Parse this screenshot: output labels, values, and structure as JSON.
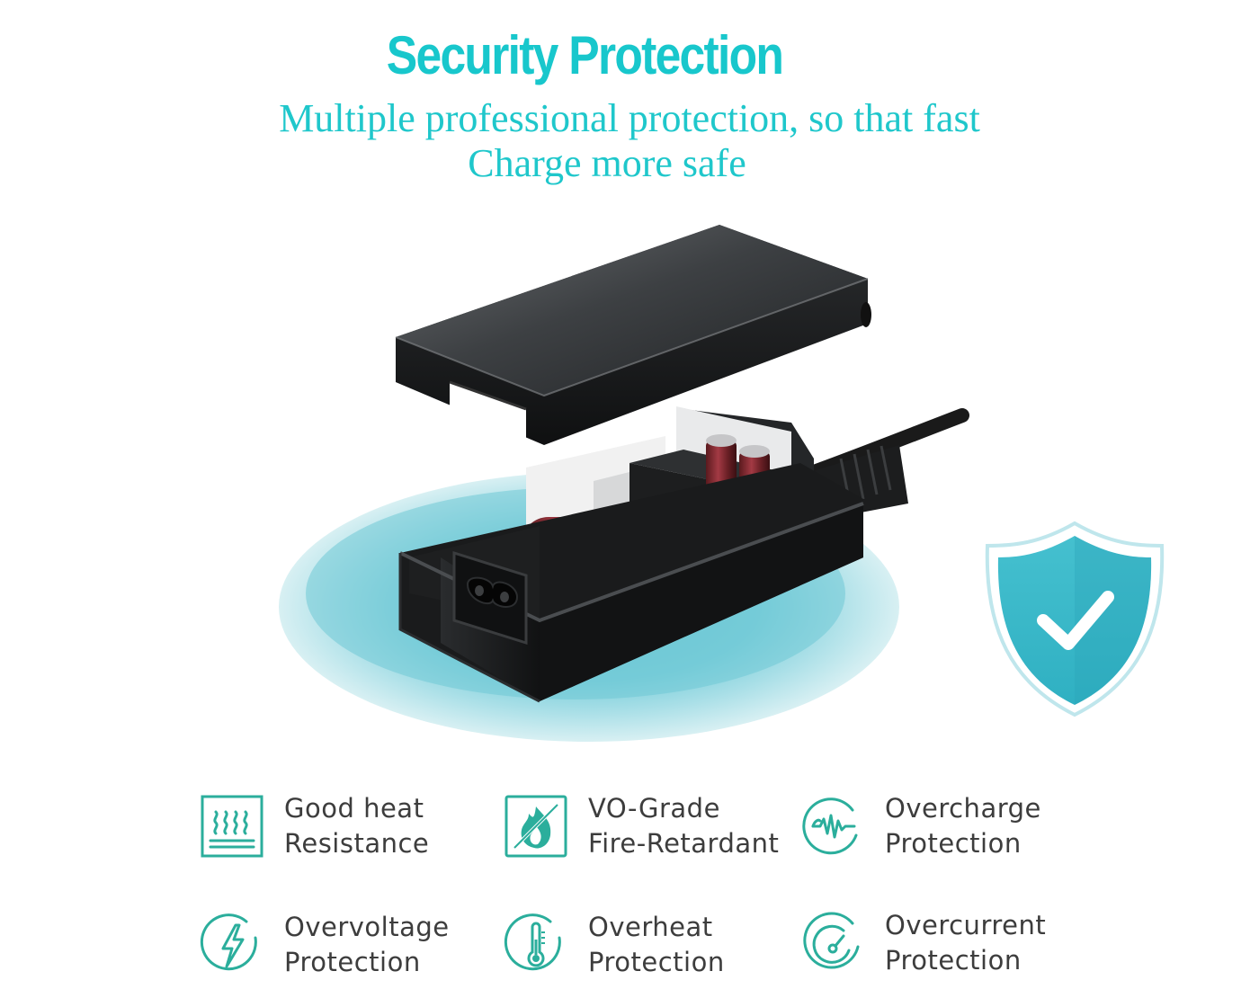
{
  "header": {
    "title": "Security Protection",
    "subtitle_line1": "Multiple professional protection, so that fast",
    "subtitle_line2": "Charge more safe"
  },
  "colors": {
    "accent": "#18c7cc",
    "icon": "#2bae9c",
    "shield": "#3ab9c9",
    "text": "#3d3d3d"
  },
  "features": [
    {
      "icon": "heat-waves-icon",
      "line1": "Good heat",
      "line2": "Resistance"
    },
    {
      "icon": "flame-icon",
      "line1": "VO-Grade",
      "line2": "Fire-Retardant"
    },
    {
      "icon": "waveform-icon",
      "line1": "Overcharge",
      "line2": "Protection"
    },
    {
      "icon": "lightning-icon",
      "line1": "Overvoltage",
      "line2": "Protection"
    },
    {
      "icon": "thermometer-icon",
      "line1": "Overheat",
      "line2": "Protection"
    },
    {
      "icon": "gauge-icon",
      "line1": "Overcurrent",
      "line2": "Protection"
    }
  ]
}
